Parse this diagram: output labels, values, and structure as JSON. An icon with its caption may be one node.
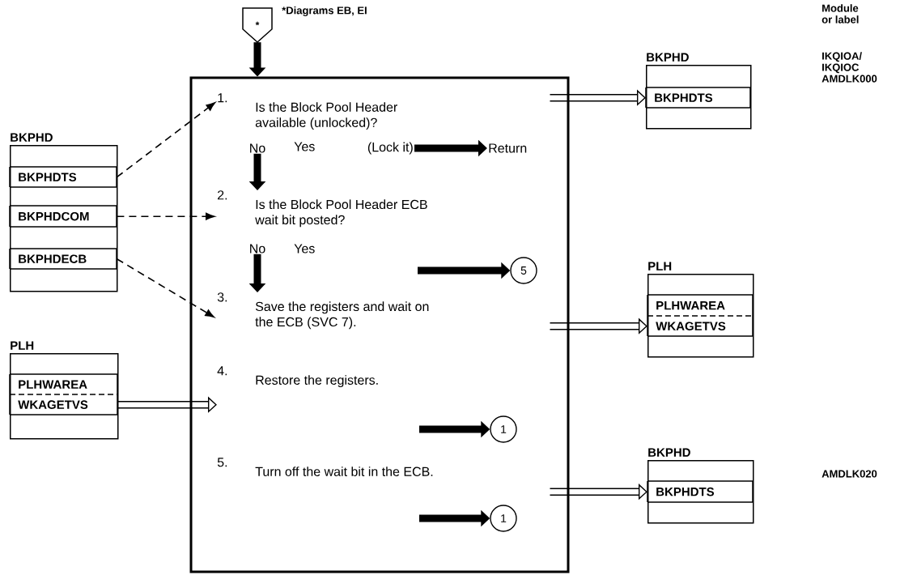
{
  "diagram": {
    "nodes": [
      {
        "text": [
          "*"
        ],
        "beside": [
          "*Diagrams EB, EI"
        ]
      },
      {
        "text": [],
        "shape": "box"
      },
      {
        "text": [
          "1.",
          "Is the Block Pool Header available (unlocked)?"
        ],
        "in": 1
      },
      {
        "text": [
          "No"
        ],
        "in": 1
      },
      {
        "text": [
          "(Lock it)"
        ],
        "in": 1
      },
      {
        "text": [
          "Return"
        ],
        "in": 1
      },
      {
        "text": [
          "2.",
          "Is the Block Pool Header ECB wait bit posted?"
        ],
        "in": 1
      },
      {
        "text": [
          "No"
        ],
        "in": 1
      },
      {
        "text": [
          "5"
        ],
        "in": 1
      },
      {
        "text": [
          "3.",
          "Save the registers and wait on the ECB (SVC 7)."
        ],
        "in": 1
      },
      {
        "text": [
          "4.",
          "Restore the registers."
        ],
        "in": 1
      },
      {
        "text": [
          "1"
        ],
        "in": 1
      },
      {
        "text": [
          "5.",
          "Turn off the wait bit in the ECB."
        ],
        "in": 1
      },
      {
        "text": [
          "1"
        ],
        "in": 1
      },
      {
        "text": [
          "BKPHD"
        ]
      },
      {
        "text": [
          "BKPHDTS"
        ],
        "in": 14
      },
      {
        "text": [
          "BKPHDCOM"
        ],
        "in": 14
      },
      {
        "text": [
          "BKPHDECB"
        ],
        "in": 14
      },
      {
        "text": [
          "PLH"
        ]
      },
      {
        "text": [
          "PLHWAREA"
        ],
        "in": 18
      },
      {
        "text": [
          "WKAGETVS"
        ],
        "in": 18
      },
      {
        "text": [
          "BKPHD"
        ]
      },
      {
        "text": [
          "BKPHDTS"
        ],
        "in": 21
      },
      {
        "text": [
          "PLH"
        ]
      },
      {
        "text": [
          "PLHWAREA"
        ],
        "in": 23
      },
      {
        "text": [
          "WKAGETVS"
        ],
        "in": 23
      },
      {
        "text": [
          "BKPHD"
        ]
      },
      {
        "text": [
          "BKPHDTS"
        ],
        "in": 26
      }
    ],
    "edges": [
      {
        "from": 0,
        "to": 1,
        "arrow": "to",
        "style": "thick"
      },
      {
        "from": 15,
        "to": 2,
        "arrow": "to",
        "style": "dashed"
      },
      {
        "from": 1,
        "to": 22,
        "arrow": "to"
      },
      {
        "from": 4,
        "to": 5,
        "arrow": "to",
        "style": "thick"
      },
      {
        "from": 3,
        "to": 6,
        "arrow": "to",
        "style": "thick"
      },
      {
        "from": 16,
        "to": 6,
        "arrow": "to",
        "style": "dashed"
      },
      {
        "from": null,
        "to": 8,
        "arrow": "to",
        "style": "thick"
      },
      {
        "from": 7,
        "to": 9,
        "arrow": "to",
        "style": "thick"
      },
      {
        "from": 17,
        "to": 9,
        "arrow": "to",
        "style": "dashed"
      },
      {
        "from": 1,
        "to": 25,
        "arrow": "to"
      },
      {
        "from": 20,
        "to": 10,
        "arrow": "to"
      },
      {
        "from": null,
        "to": 11,
        "arrow": "to",
        "style": "thick"
      },
      {
        "from": 1,
        "to": 27,
        "arrow": "to"
      },
      {
        "from": null,
        "to": 13,
        "arrow": "to",
        "style": "thick"
      }
    ],
    "labels": [
      "Module or label",
      "IKQIOA/ IKQIOC AMDLK000",
      "Yes",
      "Yes",
      "AMDLK020"
    ]
  }
}
